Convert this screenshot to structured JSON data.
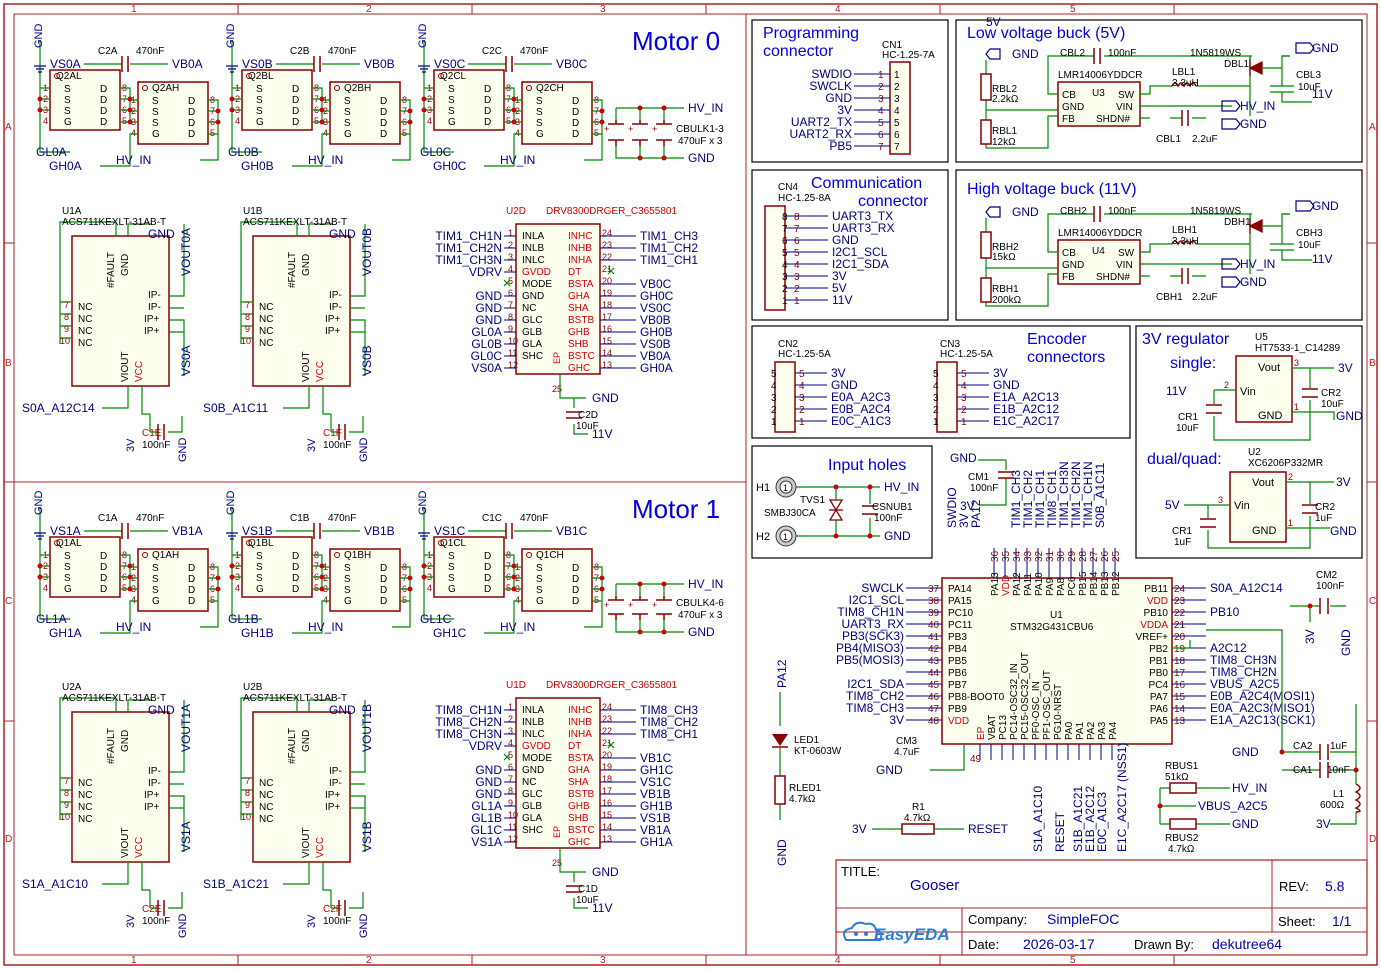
{
  "sheet": {
    "col_labels": [
      "1",
      "2",
      "3",
      "4",
      "5"
    ],
    "row_labels": [
      "A",
      "B",
      "C",
      "D"
    ]
  },
  "titles": {
    "motor0": "Motor 0",
    "motor1": "Motor 1"
  },
  "motor0": {
    "mosfets": [
      {
        "low": "Q2AL",
        "high": "Q2AH",
        "cap": "C2A",
        "cap_val": "470nF",
        "vs": "VS0A",
        "vb": "VB0A",
        "gl": "GL0A",
        "gh": "GH0A",
        "hv": "HV_IN"
      },
      {
        "low": "Q2BL",
        "high": "Q2BH",
        "cap": "C2B",
        "cap_val": "470nF",
        "vs": "VS0B",
        "vb": "VB0B",
        "gl": "GL0B",
        "gh": "GH0B",
        "hv": "HV_IN"
      },
      {
        "low": "Q2CL",
        "high": "Q2CH",
        "cap": "C2C",
        "cap_val": "470nF",
        "vs": "VS0C",
        "vb": "VB0C",
        "gl": "GL0C",
        "gh": "GH0C",
        "hv": "HV_IN"
      }
    ],
    "sensors": [
      {
        "ref": "U1A",
        "part": "ACS711KEXLT-31AB-T",
        "vout": "VOUT0A",
        "vs": "VS0A",
        "sig": "S0A_A12C14",
        "cap": "C1E",
        "cap_val": "100nF"
      },
      {
        "ref": "U1B",
        "part": "ACS711KEXLT-31AB-T",
        "vout": "VOUT0B",
        "vs": "VS0B",
        "sig": "S0B_A1C11",
        "cap": "C1F",
        "cap_val": "100nF"
      }
    ],
    "driver": {
      "ref": "U2D",
      "part": "DRV8300DRGER_C3655801",
      "left_nets": [
        "TIM1_CH1N",
        "TIM1_CH2N",
        "TIM1_CH3N",
        "VDRV",
        "",
        "",
        "GND",
        "GND",
        "GND",
        "GL0A",
        "GL0B",
        "GL0C",
        "VS0A"
      ],
      "right_nets": [
        "TIM1_CH3",
        "TIM1_CH2",
        "TIM1_CH1",
        "",
        "VB0C",
        "GH0C",
        "VS0C",
        "VB0B",
        "GH0B",
        "VS0B",
        "VB0A",
        "GH0A"
      ],
      "cap": "C2D",
      "cap_val": "10uF",
      "net": "11V"
    },
    "bulk": {
      "ref": "CBULK1-3",
      "val": "470uF x 3"
    }
  },
  "motor1": {
    "mosfets": [
      {
        "low": "Q1AL",
        "high": "Q1AH",
        "cap": "C1A",
        "cap_val": "470nF",
        "vs": "VS1A",
        "vb": "VB1A",
        "gl": "GL1A",
        "gh": "GH1A",
        "hv": "HV_IN"
      },
      {
        "low": "Q1BL",
        "high": "Q1BH",
        "cap": "C1B",
        "cap_val": "470nF",
        "vs": "VS1B",
        "vb": "VB1B",
        "gl": "GL1B",
        "gh": "GH1B",
        "hv": "HV_IN"
      },
      {
        "low": "Q1CL",
        "high": "Q1CH",
        "cap": "C1C",
        "cap_val": "470nF",
        "vs": "VS1C",
        "vb": "VB1C",
        "gl": "GL1C",
        "gh": "GH1C",
        "hv": "HV_IN"
      }
    ],
    "sensors": [
      {
        "ref": "U2A",
        "part": "ACS711KEXLT-31AB-T",
        "vout": "VOUT1A",
        "vs": "VS1A",
        "sig": "S1A_A1C10",
        "cap": "C2E",
        "cap_val": "100nF"
      },
      {
        "ref": "U2B",
        "part": "ACS711KEXLT-31AB-T",
        "vout": "VOUT1B",
        "vs": "VS1B",
        "sig": "S1B_A1C21",
        "cap": "C2F",
        "cap_val": "100nF"
      }
    ],
    "driver": {
      "ref": "U1D",
      "part": "DRV8300DRGER_C3655801",
      "left_nets": [
        "TIM8_CH1N",
        "TIM8_CH2N",
        "TIM8_CH3N",
        "VDRV",
        "",
        "",
        "GND",
        "GND",
        "GND",
        "GL1A",
        "GL1B",
        "GL1C",
        "VS1A"
      ],
      "right_nets": [
        "TIM8_CH3",
        "TIM8_CH2",
        "TIM8_CH1",
        "",
        "VB1C",
        "GH1C",
        "VS1C",
        "VB1B",
        "GH1B",
        "VS1B",
        "VB1A",
        "GH1A"
      ],
      "cap": "C1D",
      "cap_val": "10uF",
      "net": "11V"
    },
    "bulk": {
      "ref": "CBULK4-6",
      "val": "470uF x 3"
    }
  },
  "driver_pins": {
    "left": [
      "INLA",
      "INLB",
      "INLC",
      "GVDD",
      "MODE",
      "GND",
      "NC",
      "GLC",
      "GLB",
      "GLA",
      "SHC"
    ],
    "left_nums": [
      "1",
      "2",
      "3",
      "4",
      "5",
      "6",
      "7",
      "8",
      "9",
      "10",
      "11",
      "12"
    ],
    "right": [
      "INHC",
      "INHB",
      "INHA",
      "DT",
      "BSTA",
      "GHA",
      "SHA",
      "BSTB",
      "GHB",
      "SHB",
      "BSTC",
      "GHC"
    ],
    "right_nums": [
      "24",
      "23",
      "22",
      "21",
      "20",
      "19",
      "18",
      "17",
      "16",
      "15",
      "14",
      "13"
    ],
    "ep": "EP",
    "gnd_pin": "25"
  },
  "sensor_pins": {
    "left": [
      "NC",
      "NC",
      "NC",
      "NC"
    ],
    "left_nums": [
      "7",
      "8",
      "9",
      "10"
    ],
    "right": [
      "IP-",
      "IP-",
      "IP+",
      "IP+"
    ],
    "right_nums": [
      "2",
      "2",
      "1",
      "1"
    ],
    "top": [
      "#FAULT",
      "GND"
    ],
    "bottom": [
      "VIOUT",
      "VCC"
    ]
  },
  "mosfet_pins": {
    "s": "S",
    "d": "D",
    "g": "G"
  },
  "prog": {
    "title1": "Programming",
    "title2": "connector",
    "ref": "CN1",
    "part": "HC-1.25-7A",
    "nets": [
      "SWDIO",
      "SWCLK",
      "GND",
      "3V",
      "UART2_TX",
      "UART2_RX",
      "PB5"
    ],
    "nums": [
      "1",
      "2",
      "3",
      "4",
      "5",
      "6",
      "7"
    ]
  },
  "comm": {
    "title1": "Communication",
    "title2": "connector",
    "ref": "CN4",
    "part": "HC-1.25-8A",
    "nets": [
      "UART3_TX",
      "UART3_RX",
      "GND",
      "I2C1_SCL",
      "I2C1_SDA",
      "3V",
      "5V",
      "11V"
    ],
    "nums": [
      "8",
      "7",
      "6",
      "5",
      "4",
      "3",
      "2",
      "1"
    ]
  },
  "encoder": {
    "title1": "Encoder",
    "title2": "connectors",
    "cn2": {
      "ref": "CN2",
      "part": "HC-1.25-5A",
      "nets": [
        "3V",
        "GND",
        "E0A_A2C3",
        "E0B_A2C4",
        "E0C_A1C3"
      ],
      "nums": [
        "5",
        "4",
        "3",
        "2",
        "1"
      ]
    },
    "cn3": {
      "ref": "CN3",
      "part": "HC-1.25-5A",
      "nets": [
        "3V",
        "GND",
        "E1A_A2C13",
        "E1B_A2C12",
        "E1C_A2C17"
      ],
      "nums": [
        "5",
        "4",
        "3",
        "2",
        "1"
      ]
    }
  },
  "lv_buck": {
    "title": "Low voltage buck (5V)",
    "cbl2": "CBL2",
    "cbl2_val": "100nF",
    "diode": "1N5819WS",
    "dref": "DBL1",
    "ic": "LMR14006YDDCR",
    "u": "U3",
    "l": "LBL1",
    "l_val": "3.3uH",
    "rtop": "RBL2",
    "rtop_val": "2.2kΩ",
    "rbot": "RBL1",
    "rbot_val": "12kΩ",
    "cout": "CBL3",
    "cout_val": "10uF",
    "cin": "CBL1",
    "cin_val": "2.2uF",
    "out": "5V",
    "hv": "HV_IN",
    "gnd": "GND",
    "v11": "11V",
    "pins": [
      "CB",
      "GND",
      "FB",
      "SW",
      "VIN",
      "SHDN#"
    ]
  },
  "hv_buck": {
    "title": "High voltage buck (11V)",
    "cbl2": "CBH2",
    "cbl2_val": "100nF",
    "diode": "1N5819WS",
    "dref": "DBH1",
    "ic": "LMR14006YDDCR",
    "u": "U4",
    "l": "LBH1",
    "l_val": "3.3uH",
    "rtop": "RBH2",
    "rtop_val": "15kΩ",
    "rbot": "RBH1",
    "rbot_val": "200kΩ",
    "cout": "CBH3",
    "cout_val": "10uF",
    "cin": "CBH1",
    "cin_val": "2.2uF",
    "out": "11V",
    "hv": "HV_IN",
    "gnd": "GND",
    "pins": [
      "CB",
      "GND",
      "FB",
      "SW",
      "VIN",
      "SHDN#"
    ]
  },
  "reg": {
    "title": "3V regulator",
    "single": "single:",
    "dual": "dual/quad:",
    "u5": "U5",
    "u5_part": "HT7533-1_C14289",
    "u2": "U2",
    "u2_part": "XC6206P332MR",
    "vin": "Vin",
    "vout": "Vout",
    "gnd": "GND",
    "in1": "11V",
    "in2": "5V",
    "out": "3V",
    "cr1": "CR1",
    "cr1_val": "10uF",
    "cr2": "CR2",
    "cr2_val": "10uF",
    "cr1b": "CR1",
    "cr1b_val": "1uF",
    "cr2b": "CR2",
    "cr2b_val": "1uF"
  },
  "input": {
    "title": "Input holes",
    "h1": "H1",
    "h2": "H2",
    "tvs": "TVS1",
    "tvs_part": "SMBJ30CA",
    "csnub": "CSNUB1",
    "csnub_val": "100nF",
    "hv": "HV_IN",
    "gnd": "GND"
  },
  "mcu": {
    "ref": "U1",
    "part": "STM32G431CBU6",
    "cm1": "CM1",
    "cm1_val": "100nF",
    "cm2": "CM2",
    "cm2_val": "100nF",
    "cm3": "CM3",
    "cm3_val": "4.7uF",
    "left_nets": [
      "SWCLK",
      "I2C1_SCL",
      "TIM8_CH1N",
      "UART3_RX",
      "PB3(SCK3)",
      "PB4(MISO3)",
      "PB5(MOSI3)",
      "I2C1_SDA",
      "TIM8_CH2",
      "TIM8_CH3",
      "3V"
    ],
    "left_pins": [
      "PA14",
      "PA15",
      "PC10",
      "PC11",
      "PB3",
      "PB4",
      "PB5",
      "PB6",
      "PB7",
      "PB8-BOOT0",
      "PB9",
      "VDD"
    ],
    "left_nums": [
      "37",
      "38",
      "39",
      "40",
      "41",
      "42",
      "43",
      "44",
      "45",
      "46",
      "47",
      "48"
    ],
    "right_pins": [
      "PB11",
      "VDD",
      "PB10",
      "VDDA",
      "VREF+",
      "PB2",
      "PB1",
      "PB0",
      "PC4",
      "PA7",
      "PA6",
      "PA5"
    ],
    "right_nums": [
      "24",
      "23",
      "22",
      "21",
      "20",
      "19",
      "18",
      "17",
      "16",
      "15",
      "14",
      "13"
    ],
    "right_nets": [
      "S0A_A12C14",
      "",
      "PB10",
      "",
      "",
      "A2C12",
      "TIM8_CH3N",
      "TIM8_CH2N",
      "VBUS_A2C5",
      "E0B_A2C4(MOSI1)",
      "E0A_A2C3(MISO1)",
      "E1A_A2C13(SCK1)"
    ],
    "top_pins": [
      "PA13",
      "VDD",
      "PA12",
      "PA11",
      "PA10",
      "PA9",
      "PA8",
      "PC6",
      "PB15",
      "PB14",
      "PB13",
      "PB12"
    ],
    "top_nums": [
      "36",
      "35",
      "34",
      "33",
      "32",
      "31",
      "30",
      "29",
      "28",
      "27",
      "26",
      "25"
    ],
    "top_nets": [
      "SWDIO",
      "3V",
      "PA12",
      "TIM1_CH3",
      "TIM1_CH2",
      "TIM1_CH1",
      "TIM8_CH1",
      "TIM1_CH3N",
      "TIM1_CH2N",
      "TIM1_CH1N",
      "S0B_A1C11",
      ""
    ],
    "bottom_pins": [
      "EP",
      "VBAT",
      "PC13",
      "PC14-OSC32_IN",
      "PC15-OSC32_OUT",
      "PF0-OSC_IN",
      "PF1-OSC_OUT",
      "PG10-NRST",
      "PA0",
      "PA1",
      "PA2",
      "PA3",
      "PA4"
    ],
    "bottom_nets": [
      "S1A_A1C10",
      "RESET",
      "S1B_A1C21",
      "E1B_A2C12",
      "E0C_A1C3",
      "E1C_A2C17 (NSS1)"
    ],
    "ep_num": "49",
    "gnd": "GND",
    "v3": "3V"
  },
  "led": {
    "net": "PA12",
    "ref": "LED1",
    "part": "KT-0603W",
    "r": "RLED1",
    "r_val": "4.7kΩ",
    "gnd": "GND"
  },
  "reset": {
    "r": "R1",
    "r_val": "4.7kΩ",
    "v": "3V",
    "net": "RESET"
  },
  "vbus": {
    "rbus1": "RBUS1",
    "rbus1_val": "51kΩ",
    "rbus2": "RBUS2",
    "rbus2_val": "4.7kΩ",
    "hv": "HV_IN",
    "net": "VBUS_A2C5",
    "gnd": "GND",
    "ca2": "CA2",
    "ca2_val": "1uF",
    "ca1": "CA1",
    "ca1_val": "10nF",
    "l1": "L1",
    "l1_val": "600Ω",
    "v3": "3V"
  },
  "titleblock": {
    "title_label": "TITLE:",
    "title": "Gooser",
    "rev_label": "REV:",
    "rev": "5.8",
    "company_label": "Company:",
    "company": "SimpleFOC",
    "sheet_label": "Sheet:",
    "sheet": "1/1",
    "date_label": "Date:",
    "date": "2026-03-17",
    "drawn_label": "Drawn By:",
    "drawn": "dekutree64",
    "logo": "EasyEDA"
  },
  "colors": {
    "border": "#b02020",
    "wire": "#008800",
    "comp": "#880000",
    "net": "#000080",
    "pinred": "#cc0000",
    "title": "#0000dd"
  }
}
